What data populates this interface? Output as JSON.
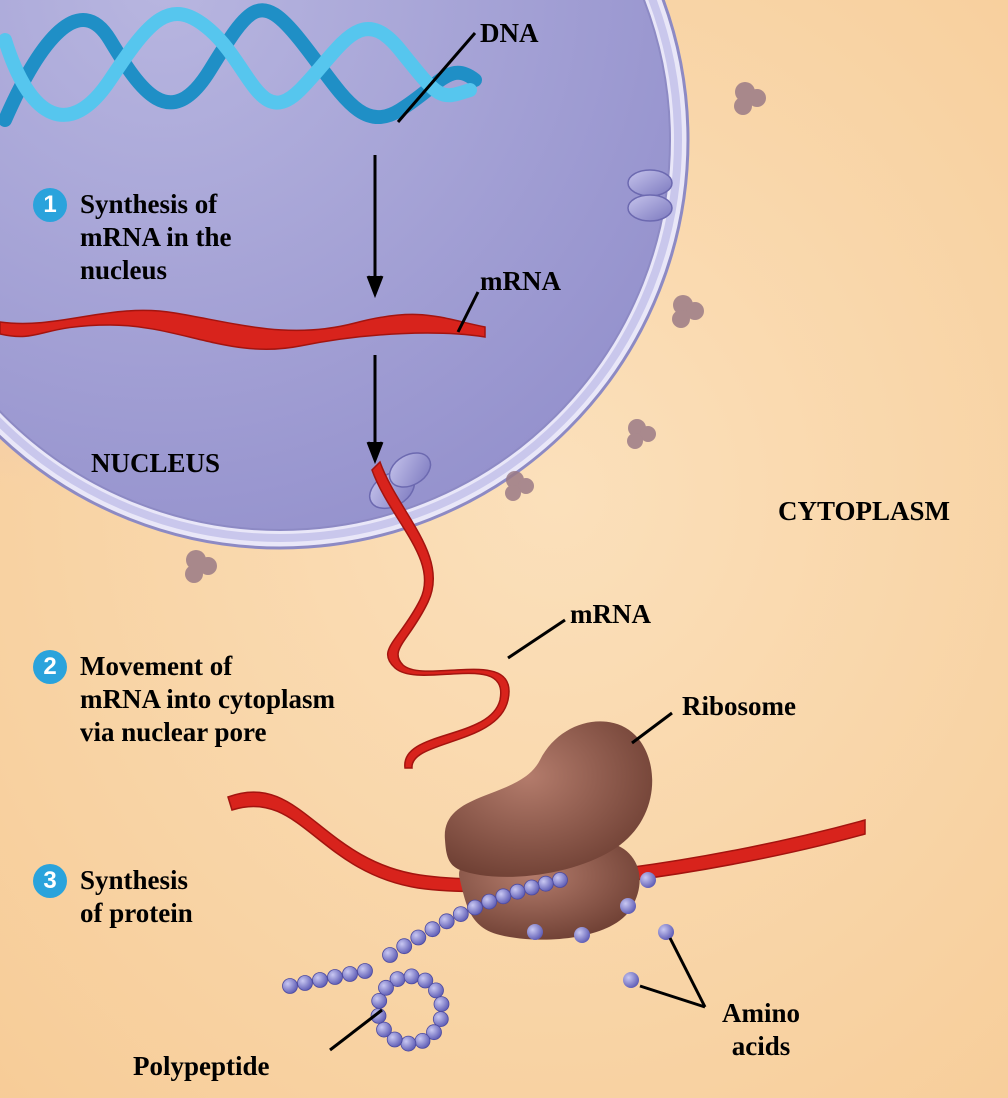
{
  "labels": {
    "dna": "DNA",
    "mrna_top": "mRNA",
    "nucleus": "NUCLEUS",
    "cytoplasm": "CYTOPLASM",
    "mrna_mid": "mRNA",
    "ribosome": "Ribosome",
    "polypeptide": "Polypeptide",
    "amino_line1": "Amino",
    "amino_line2": "acids"
  },
  "steps": [
    {
      "number": "1",
      "lines": [
        "Synthesis of",
        "mRNA in the",
        "nucleus"
      ]
    },
    {
      "number": "2",
      "lines": [
        "Movement of",
        "mRNA into cytoplasm",
        "via nuclear pore"
      ]
    },
    {
      "number": "3",
      "lines": [
        "Synthesis",
        "of protein"
      ]
    }
  ],
  "colors": {
    "cytoplasm": "#f9d6a8",
    "nucleus": "#a9a6d6",
    "dna": "#3fb4e6",
    "mrna": "#d8231c",
    "ribosome": "#8b5a4b",
    "amino_acid": "#7b79c8",
    "step_badge": "#2aa3dc"
  }
}
